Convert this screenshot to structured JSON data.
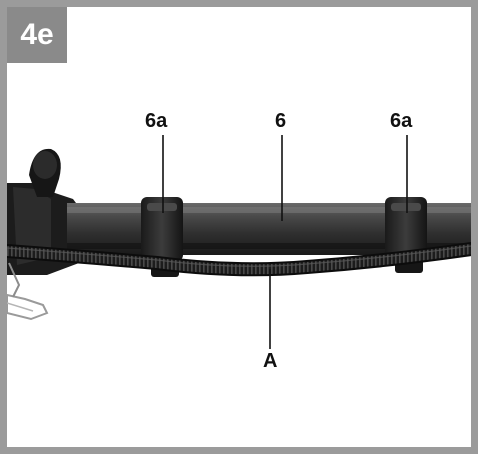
{
  "figure": {
    "step_label": "4e",
    "callouts": {
      "tube_clip_left": "6a",
      "suction_tube": "6",
      "tube_clip_right": "6a",
      "hose": "A"
    },
    "colors": {
      "frame_border": "#9b9b9b",
      "badge_background": "#8a8a8a",
      "badge_text": "#ffffff",
      "tube": "#3a3a3a",
      "hose": "#1e1e1e"
    }
  }
}
